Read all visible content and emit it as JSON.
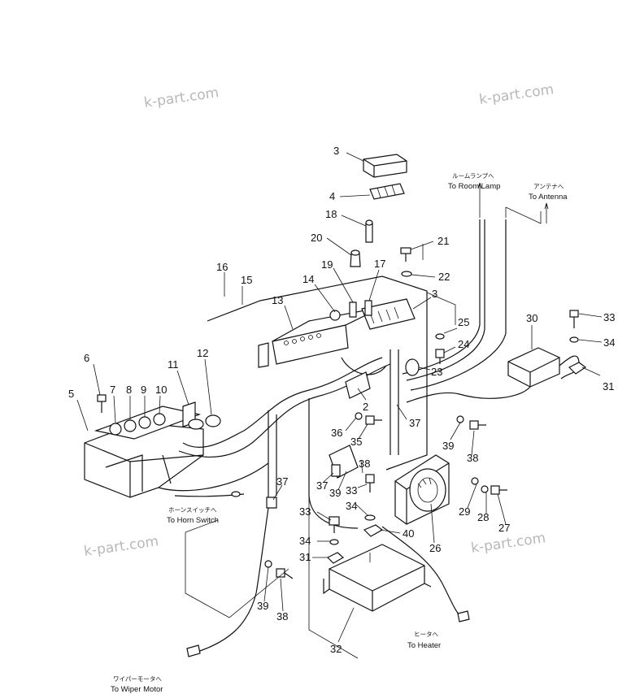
{
  "watermark": "k-part.com",
  "labels": {
    "room_lamp_jp": "ルームランプへ",
    "room_lamp": "To Room Lamp",
    "antenna_jp": "アンテナへ",
    "antenna": "To Antenna",
    "horn_jp": "ホーンスイッチへ",
    "horn": "To Horn Switch",
    "wiper_jp": "ワイパーモータへ",
    "wiper": "To Wiper Motor",
    "heater_jp": "ヒータへ",
    "heater": "To Heater"
  },
  "callouts": [
    {
      "id": "c3a",
      "text": "3"
    },
    {
      "id": "c4",
      "text": "4"
    },
    {
      "id": "c18",
      "text": "18"
    },
    {
      "id": "c20",
      "text": "20"
    },
    {
      "id": "c21",
      "text": "21"
    },
    {
      "id": "c16",
      "text": "16"
    },
    {
      "id": "c15",
      "text": "15"
    },
    {
      "id": "c19",
      "text": "19"
    },
    {
      "id": "c17",
      "text": "17"
    },
    {
      "id": "c22",
      "text": "22"
    },
    {
      "id": "c14",
      "text": "14"
    },
    {
      "id": "c13",
      "text": "13"
    },
    {
      "id": "c3b",
      "text": "3"
    },
    {
      "id": "c25",
      "text": "25"
    },
    {
      "id": "c24",
      "text": "24"
    },
    {
      "id": "c30",
      "text": "30"
    },
    {
      "id": "c33a",
      "text": "33"
    },
    {
      "id": "c34a",
      "text": "34"
    },
    {
      "id": "c31a",
      "text": "31"
    },
    {
      "id": "c6",
      "text": "6"
    },
    {
      "id": "c11",
      "text": "11"
    },
    {
      "id": "c12",
      "text": "12"
    },
    {
      "id": "c23",
      "text": "23"
    },
    {
      "id": "c5",
      "text": "5"
    },
    {
      "id": "c7",
      "text": "7"
    },
    {
      "id": "c8",
      "text": "8"
    },
    {
      "id": "c9",
      "text": "9"
    },
    {
      "id": "c10",
      "text": "10"
    },
    {
      "id": "c2",
      "text": "2"
    },
    {
      "id": "c36",
      "text": "36"
    },
    {
      "id": "c37a",
      "text": "37"
    },
    {
      "id": "c35",
      "text": "35"
    },
    {
      "id": "c39a",
      "text": "39"
    },
    {
      "id": "c38a",
      "text": "38"
    },
    {
      "id": "c38b",
      "text": "38"
    },
    {
      "id": "c37b",
      "text": "37"
    },
    {
      "id": "c39b",
      "text": "39"
    },
    {
      "id": "c33b",
      "text": "33"
    },
    {
      "id": "c34b",
      "text": "34"
    },
    {
      "id": "c29",
      "text": "29"
    },
    {
      "id": "c28",
      "text": "28"
    },
    {
      "id": "c27",
      "text": "27"
    },
    {
      "id": "c37c",
      "text": "37"
    },
    {
      "id": "c33c",
      "text": "33"
    },
    {
      "id": "c40",
      "text": "40"
    },
    {
      "id": "c26",
      "text": "26"
    },
    {
      "id": "c34c",
      "text": "34"
    },
    {
      "id": "c31b",
      "text": "31"
    },
    {
      "id": "c39c",
      "text": "39"
    },
    {
      "id": "c38c",
      "text": "38"
    },
    {
      "id": "c32",
      "text": "32"
    }
  ]
}
